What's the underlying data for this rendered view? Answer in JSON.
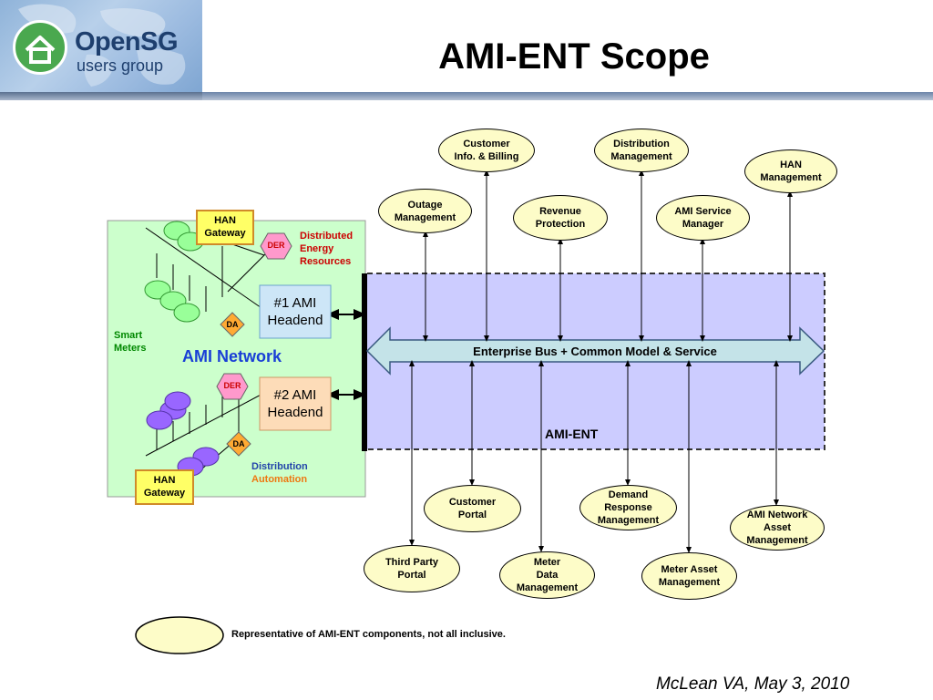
{
  "header": {
    "logo_name": "OpenSG",
    "logo_subtitle": "users group",
    "title": "AMI-ENT Scope"
  },
  "ami_network": {
    "title": "AMI Network",
    "smart_meters": "Smart\nMeters",
    "han_gateway_top": "HAN\nGateway",
    "han_gateway_bottom": "HAN\nGateway",
    "der_top": "DER",
    "der_bottom": "DER",
    "da_top": "DA",
    "da_bottom": "DA",
    "distributed_energy": "Distributed\nEnergy\nResources",
    "headend1": "#1 AMI\nHeadend",
    "headend2": "#2 AMI\nHeadend",
    "distribution": "Distribution",
    "automation": "Automation"
  },
  "enterprise": {
    "bus_label": "Enterprise Bus + Common Model & Service",
    "ami_ent_label": "AMI-ENT"
  },
  "components_top": [
    {
      "label": "Customer\nInfo. & Billing"
    },
    {
      "label": "Distribution\nManagement"
    },
    {
      "label": "HAN\nManagement"
    },
    {
      "label": "Outage\nManagement"
    },
    {
      "label": "Revenue\nProtection"
    },
    {
      "label": "AMI Service\nManager"
    }
  ],
  "components_bottom": [
    {
      "label": "Customer\nPortal"
    },
    {
      "label": "Demand\nResponse\nManagement"
    },
    {
      "label": "AMI Network\nAsset\nManagement"
    },
    {
      "label": "Third Party\nPortal"
    },
    {
      "label": "Meter\nData\nManagement"
    },
    {
      "label": "Meter Asset\nManagement"
    }
  ],
  "legend": {
    "text": "Representative of AMI-ENT components, not all inclusive."
  },
  "footer": {
    "text": "McLean VA, May 3, 2010"
  },
  "colors": {
    "ellipse_fill": "#fdfcc8",
    "ami_ent_fill": "#ccccff",
    "network_fill": "#ccffcc",
    "bus_fill": "#c4e3e8",
    "han_gateway_fill": "#ffff66",
    "der_fill": "#ff99cc",
    "da_fill": "#ffaa33",
    "headend1_fill": "#cde6f7",
    "headend2_fill": "#fddcb8",
    "meter_green": "#99ff99",
    "meter_purple": "#9966ff"
  }
}
